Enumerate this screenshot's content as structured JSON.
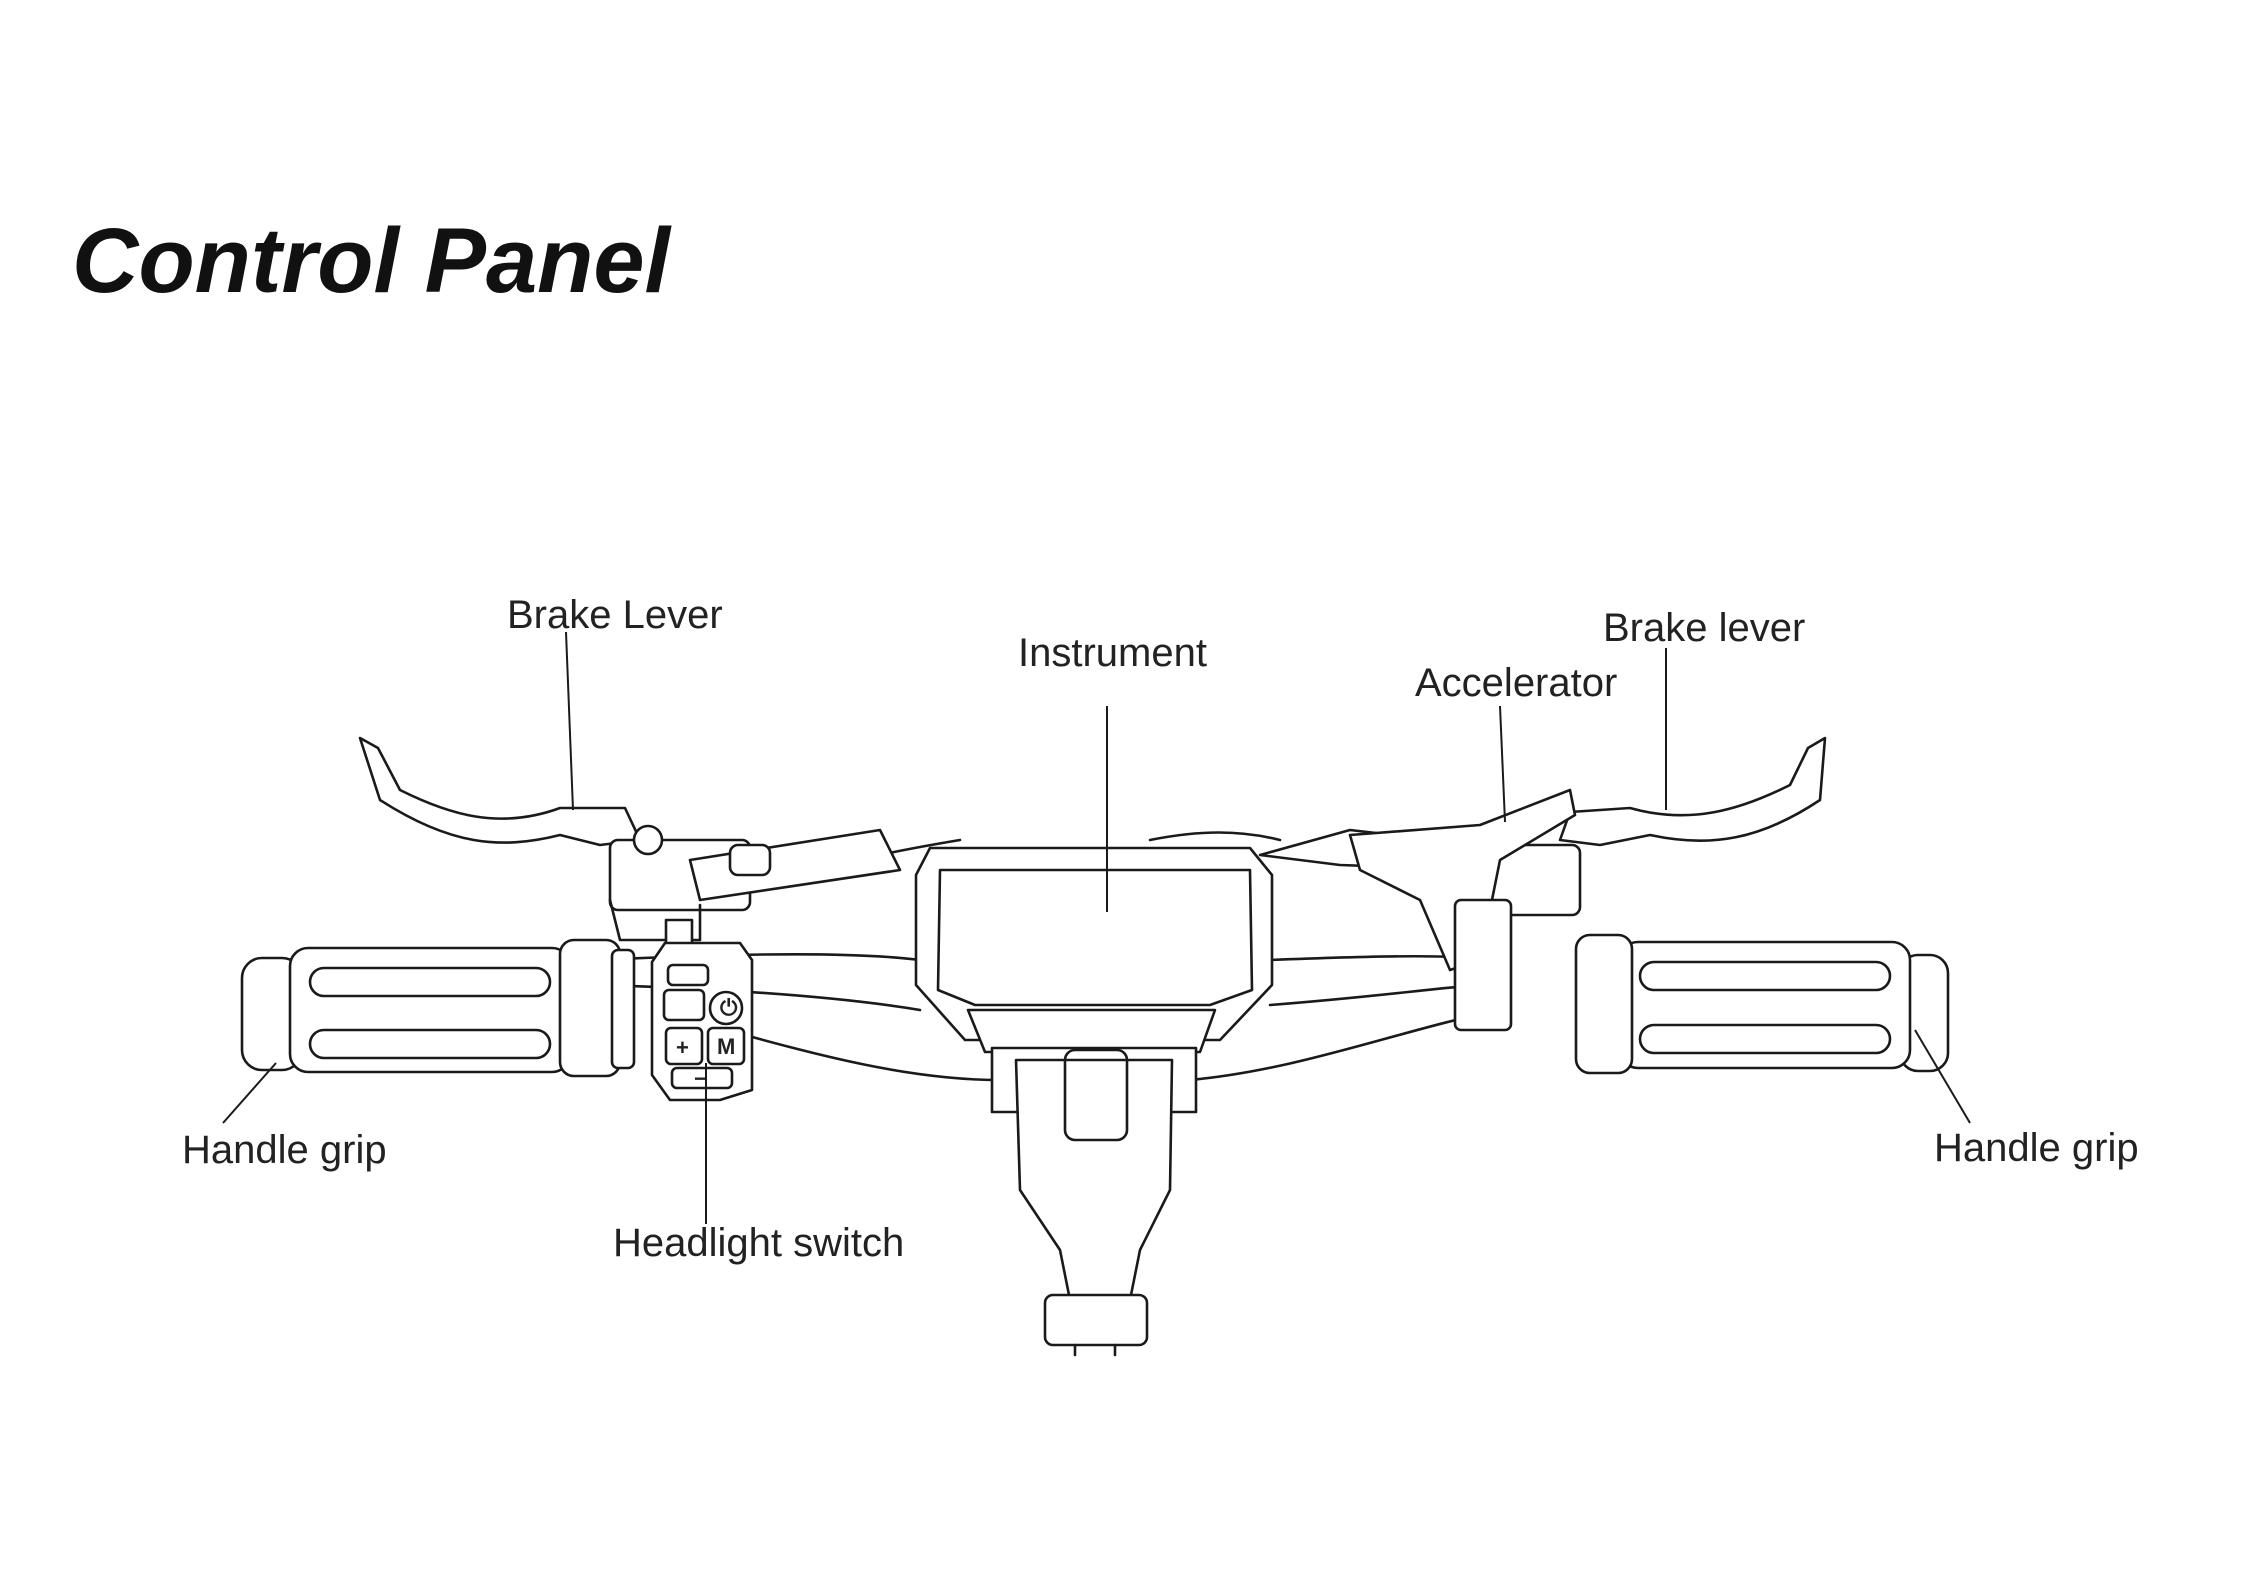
{
  "title": "Control Panel",
  "labels": {
    "brake_lever_left": "Brake Lever",
    "instrument": "Instrument",
    "accelerator": "Accelerator",
    "brake_lever_right": "Brake lever",
    "handle_grip_left": "Handle grip",
    "headlight_switch": "Headlight switch",
    "handle_grip_right": "Handle grip"
  },
  "switch_buttons": {
    "plus": "+",
    "minus": "−",
    "mode": "M"
  }
}
